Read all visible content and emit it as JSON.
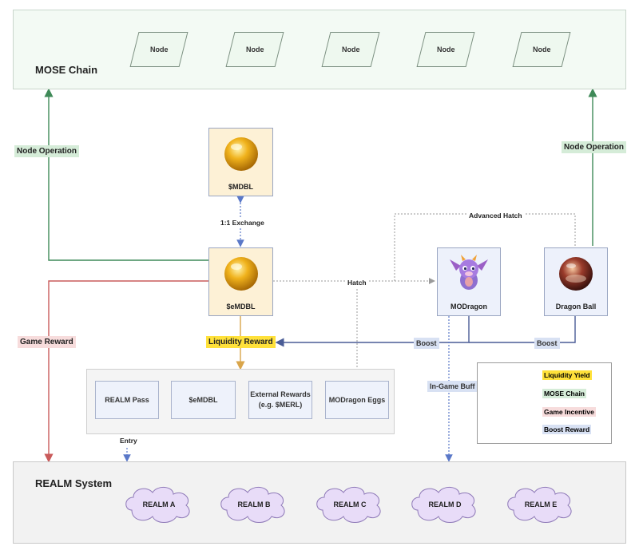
{
  "mose_chain": {
    "title": "MOSE Chain",
    "nodes": [
      "Node",
      "Node",
      "Node",
      "Node",
      "Node"
    ]
  },
  "realm_system": {
    "title": "REALM System",
    "realms": [
      "REALM A",
      "REALM B",
      "REALM C",
      "REALM D",
      "REALM E"
    ]
  },
  "tokens": {
    "mdbl_label": "$MDBL",
    "emdbl_label": "$eMDBL",
    "modragon_label": "MODragon",
    "dragon_ball_label": "Dragon Ball"
  },
  "rewards": {
    "items": [
      "REALM Pass",
      "$eMDBL",
      "External Rewards\n(e.g. $MERL)",
      "MODragon Eggs"
    ]
  },
  "edge_labels": {
    "node_operation_left": "Node Operation",
    "node_operation_right": "Node Operation",
    "game_reward": "Game Reward",
    "exchange": "1:1 Exchange",
    "liquidity_reward": "Liquidity Reward",
    "hatch": "Hatch",
    "advanced_hatch": "Advanced Hatch",
    "boost_left": "Boost",
    "boost_right": "Boost",
    "in_game_buff": "In-Game Buff",
    "entry": "Entry"
  },
  "legend": {
    "items": [
      {
        "label": "Liquidity Yield",
        "color": "#d9a54a",
        "bg": "#ffe13a"
      },
      {
        "label": "MOSE Chain",
        "color": "#3f8a58",
        "bg": "#d5ecd8"
      },
      {
        "label": "Game Incentive",
        "color": "#c95b5b",
        "bg": "#f7dcdc"
      },
      {
        "label": "Boost Reward",
        "color": "#4a5c96",
        "bg": "#d8e1f3"
      }
    ]
  },
  "colors": {
    "green": "#3f8a58",
    "red": "#c95b5b",
    "gold": "#d9a54a",
    "navy": "#4a5c96",
    "dashed_blue": "#5a78c8",
    "dotted_gray": "#9a9a9a"
  }
}
